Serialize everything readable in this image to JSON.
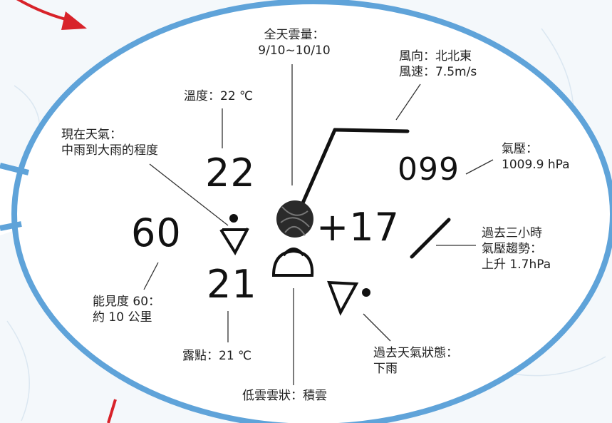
{
  "colors": {
    "background": "#f4f8fb",
    "bubble_fill": "#ffffff",
    "bubble_stroke": "#5fa3d9",
    "arrow_red": "#d8232a",
    "ink": "#111111"
  },
  "station_model": {
    "temperature": "22",
    "visibility": "60",
    "dewpoint": "21",
    "pressure": "099",
    "pressure_tendency": "+17"
  },
  "labels": {
    "cloud_cover": {
      "line1": "全天雲量：",
      "line2": "9/10~10/10"
    },
    "wind": {
      "line1": "風向：北北東",
      "line2": "風速：7.5m/s"
    },
    "temperature": {
      "line1": "溫度：22 ℃"
    },
    "present_weather": {
      "line1": "現在天氣：",
      "line2": "中雨到大雨的程度"
    },
    "pressure": {
      "line1": "氣壓：",
      "line2": "1009.9 hPa"
    },
    "tendency": {
      "line1": "過去三小時",
      "line2": "氣壓趨勢：",
      "line3": "上升 1.7hPa"
    },
    "visibility": {
      "line1": "能見度 60：",
      "line2": "約 10 公里"
    },
    "dewpoint": {
      "line1": "露點：21 ℃"
    },
    "past_weather": {
      "line1": "過去天氣狀態：",
      "line2": "下雨"
    },
    "low_cloud": {
      "line1": "低雲雲狀：積雲"
    }
  }
}
